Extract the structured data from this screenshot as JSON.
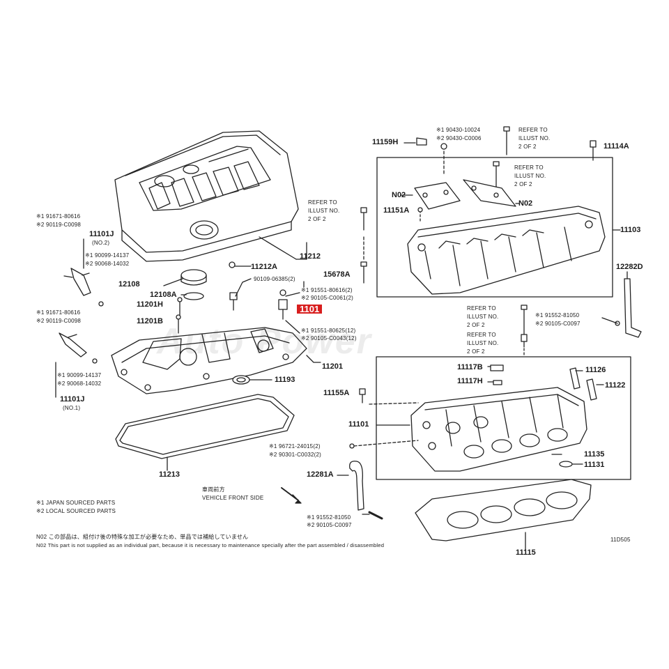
{
  "diagram": {
    "watermark": "Auto Power",
    "highlight_part": "1101",
    "figure_id": "11D505",
    "notes": {
      "japan": "※1  JAPAN SOURCED PARTS",
      "local": "※2  LOCAL SOURCED PARTS",
      "jp_note": "N02  この部品は、組付け後の特殊な加工が必要なため、単品では補給していません",
      "en_note": "N02  This part is not supplied as an individual part, because it is necessary to maintenance specially after the part assembled / disassembled"
    },
    "front": {
      "jp": "車両前方",
      "en": "VEHICLE FRONT SIDE"
    },
    "labels": {
      "p11212": "11212",
      "p11212A": "11212A",
      "p90109": "90109-06385(2)",
      "p91551_a": "※1 91551-80616(2)",
      "p90105_a": "※2 90105-C0061(2)",
      "p91551_b": "※1 91551-80625(12)",
      "p90105_b": "※2 90105-C0043(12)",
      "p12108": "12108",
      "p12108A": "12108A",
      "p11201H": "11201H",
      "p11201B": "11201B",
      "p11201": "11201",
      "p11193": "11193",
      "p11213": "11213",
      "p91671_top": "※1 91671-80616",
      "p90119_top": "※2 90119-C0098",
      "p1101J_no2": "11101J",
      "no2": "(NO.2)",
      "p90099_top": "※1 90099-14137",
      "p90068_top": "※2 90068-14032",
      "p91671_mid": "※1 91671-80616",
      "p90119_mid": "※2 90119-C0098",
      "p90099_bot": "※1 90099-14137",
      "p90068_bot": "※2 90068-14032",
      "p1101J_no1": "11101J",
      "no1": "(NO.1)",
      "p11159H": "11159H",
      "p90430_1": "※1 90430-10024",
      "p90430_2": "※2 90430-C0006",
      "refer_a1": "REFER TO",
      "refer_a2": "ILLUST NO.",
      "refer_a3": "2 OF 2",
      "p11114A": "11114A",
      "refer_b1": "REFER TO",
      "refer_b2": "ILLUST NO.",
      "refer_b3": "2 OF 2",
      "n02_a": "N02",
      "n02_b": "N02",
      "p11151A": "11151A",
      "refer_c1": "REFER TO",
      "refer_c2": "ILLUST NO.",
      "refer_c3": "2 OF 2",
      "p11103": "11103",
      "p15678A": "15678A",
      "p12282D": "12282D",
      "refer_d1": "REFER TO",
      "refer_d2": "ILLUST NO.",
      "refer_d3": "2 OF 2",
      "refer_e1": "REFER TO",
      "refer_e2": "ILLUST NO.",
      "refer_e3": "2 OF 2",
      "p91552_a": "※1 91552-81050",
      "p90105_c": "※2 90105-C0097",
      "p11117B": "11117B",
      "p11117H": "11117H",
      "p11126": "11126",
      "p11122": "11122",
      "p11155A": "11155A",
      "p11101": "11101",
      "p96721": "※1 96721-24015(2)",
      "p90301": "※2 90301-C0032(2)",
      "p11135": "11135",
      "p11131": "11131",
      "p12281A": "12281A",
      "p91552_b": "※1 91552-81050",
      "p90105_d": "※2 90105-C0097",
      "p11115": "11115"
    }
  }
}
